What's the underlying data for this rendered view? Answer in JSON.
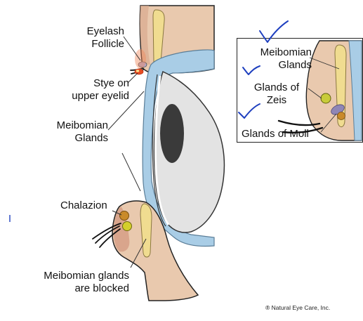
{
  "labels": {
    "eyelash_follicle": "Eyelash\nFollicle",
    "stye": "Stye on\nupper eyelid",
    "meibomian_glands": "Meibomian\nGlands",
    "chalazion": "Chalazion",
    "blocked": "Meibomian glands\nare blocked"
  },
  "inset": {
    "meibomian_glands": "Meibomian\nGlands",
    "glands_of_zeis": "Glands of\nZeis",
    "glands_of_moll": "Glands of Moll"
  },
  "copyright": "® Natural Eye Care, Inc.",
  "colors": {
    "skin": "#e9c9ae",
    "skin_dark": "#d49c83",
    "gland": "#f0dc90",
    "tear_film": "#a9cde6",
    "eyeball": "#e3e3e3",
    "iris": "#3a3a3a",
    "stye_red": "#e64b22",
    "zeis_green": "#c8cc3a",
    "moll_purple": "#8f86b6",
    "handwriting": "#1e3fbf"
  }
}
